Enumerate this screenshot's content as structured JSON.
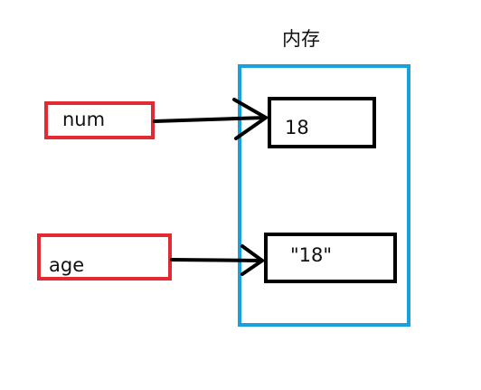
{
  "memory": {
    "title": "内存",
    "border_color": "#1aa0dc"
  },
  "variables": [
    {
      "name": "num",
      "value": "18"
    },
    {
      "name": "age",
      "value": "\"18\""
    }
  ],
  "colors": {
    "variable_box": "#e02b35",
    "value_box": "#000000",
    "arrow": "#000000"
  }
}
